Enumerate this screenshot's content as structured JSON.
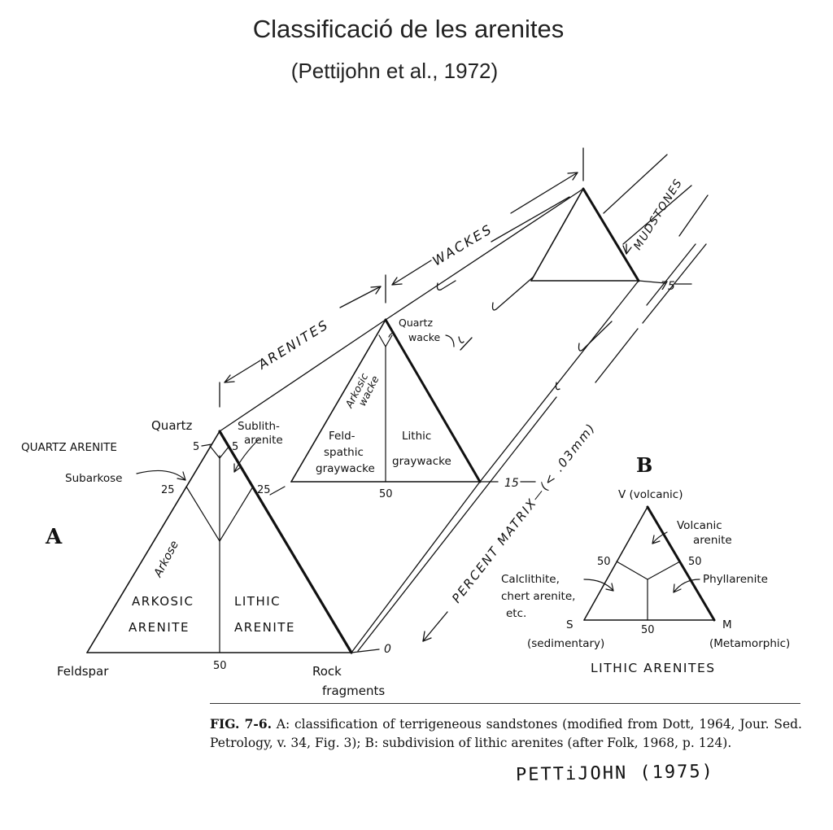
{
  "title": "Classificació de les arenites",
  "subtitle": "(Pettijohn et al., 1972)",
  "diagram_a": {
    "label": "A",
    "vertices": {
      "top": "Quartz",
      "left": "Feldspar",
      "right_1": "Rock",
      "right_2": "fragments"
    },
    "fields": {
      "quartz_arenite": "QUARTZ ARENITE",
      "subarkose": "Subarkose",
      "sublith_1": "Sublith-",
      "sublith_2": "arenite",
      "arkose": "Arkose",
      "arkosic_1": "ARKOSIC",
      "arkosic_2": "ARENITE",
      "lithic_1": "LITHIC",
      "lithic_2": "ARENITE"
    },
    "ticks": {
      "q5_left": "5",
      "q5_right": "5",
      "q25_left": "25",
      "q25_right": "25",
      "base50": "50"
    },
    "wacke_triangle": {
      "quartz_wacke_1": "Quartz",
      "quartz_wacke_2": "wacke",
      "arkosic_wacke_1": "Arkosic",
      "arkosic_wacke_2": "wacke",
      "feld_1": "Feld-",
      "feld_2": "spathic",
      "feld_3": "graywacke",
      "lithic_1": "Lithic",
      "lithic_2": "graywacke",
      "base50": "50"
    },
    "axis": {
      "arenites": "ARENITES",
      "wackes": "WACKES",
      "mudstones": "MUDSTONES",
      "matrix": "PERCENT    MATRIX—(< .03mm)",
      "m75": "75",
      "m15": "15",
      "m0": "0"
    }
  },
  "diagram_b": {
    "label": "B",
    "top": "V (volcanic)",
    "left_1": "S",
    "left_2": "(sedimentary)",
    "right_1": "M",
    "right_2": "(Metamorphic)",
    "volcanic_1": "Volcanic",
    "volcanic_2": "arenite",
    "phyllarenite": "Phyllarenite",
    "calc_1": "Calclithite,",
    "calc_2": "chert arenite,",
    "calc_3": "etc.",
    "t50_left": "50",
    "t50_right": "50",
    "t50_base": "50",
    "caption": "LITHIC ARENITES"
  },
  "caption": {
    "fig": "FIG. 7-6.",
    "text": " A: classification of terrigeneous sandstones (modified from Dott, 1964, Jour. Sed. Petrology, v. 34, Fig. 3); B: subdivision of lithic arenites (after Folk, 1968, p. 124)."
  },
  "signature": "PETTiJOHN (1975)"
}
